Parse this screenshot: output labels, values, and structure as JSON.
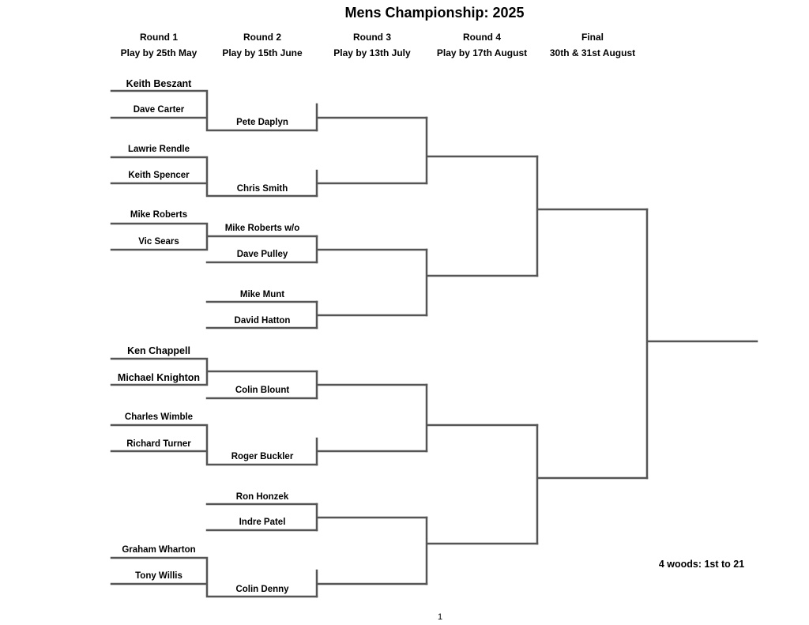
{
  "title": "Mens Championship: 2025",
  "rounds": [
    {
      "name": "Round 1",
      "deadline": "Play by 25th May"
    },
    {
      "name": "Round 2",
      "deadline": "Play by 15th June"
    },
    {
      "name": "Round 3",
      "deadline": "Play by 13th July"
    },
    {
      "name": "Round 4",
      "deadline": "Play by 17th August"
    },
    {
      "name": "Final",
      "deadline": "30th & 31st August"
    }
  ],
  "round1": [
    "Keith Beszant",
    "Dave Carter",
    "Lawrie Rendle",
    "Keith Spencer",
    "Mike Roberts",
    "Vic Sears",
    "Ken Chappell",
    "Michael Knighton",
    "Charles Wimble",
    "Richard Turner",
    "Graham Wharton",
    "Tony Willis"
  ],
  "round2": [
    "Pete Daplyn",
    "Chris Smith",
    "Mike Roberts w/o",
    "Dave Pulley",
    "Mike Munt",
    "David Hatton",
    "Colin Blount",
    "Roger Buckler",
    "Ron Honzek",
    "Indre Patel",
    "Colin Denny"
  ],
  "note": "4 woods: 1st to 21",
  "page_number": "1",
  "line_color": "#555555"
}
